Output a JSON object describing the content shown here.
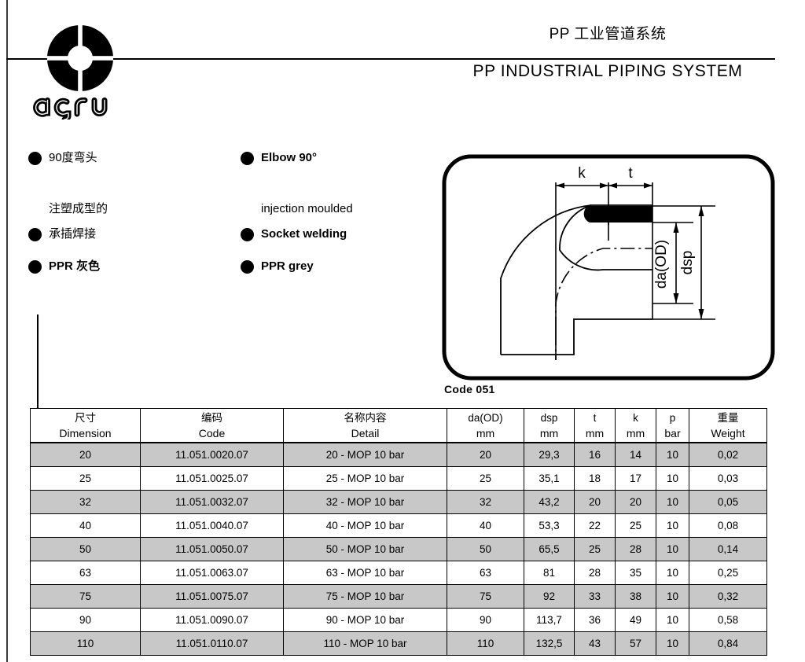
{
  "header": {
    "title_cn": "PP 工业管道系统",
    "title_en": "PP INDUSTRIAL PIPING SYSTEM",
    "logo_word": "agru"
  },
  "features": {
    "left": [
      {
        "label": "90度弯头",
        "bullet": true,
        "bold": false
      },
      {
        "label": "注塑成型的",
        "bullet": false,
        "bold": false
      },
      {
        "label": "承插焊接",
        "bullet": true,
        "bold": false
      },
      {
        "label": "PPR 灰色",
        "bullet": true,
        "bold": true
      }
    ],
    "right": [
      {
        "label": "Elbow 90°",
        "bullet": true,
        "bold": true
      },
      {
        "label": "injection moulded",
        "bullet": false,
        "bold": false
      },
      {
        "label": "Socket welding",
        "bullet": true,
        "bold": true
      },
      {
        "label": "PPR grey",
        "bullet": true,
        "bold": true
      }
    ]
  },
  "drawing": {
    "caption": "Code 051",
    "dim_k": "k",
    "dim_t": "t",
    "dim_da": "da(OD)",
    "dim_dsp": "dsp"
  },
  "table": {
    "headers": [
      {
        "cn": "尺寸",
        "en": "Dimension"
      },
      {
        "cn": "编码",
        "en": "Code"
      },
      {
        "cn": "名称内容",
        "en": "Detail"
      },
      {
        "cn": "da(OD)",
        "en": "mm"
      },
      {
        "cn": "dsp",
        "en": "mm"
      },
      {
        "cn": "t",
        "en": "mm"
      },
      {
        "cn": "k",
        "en": "mm"
      },
      {
        "cn": "p",
        "en": "bar"
      },
      {
        "cn": "重量",
        "en": "Weight"
      }
    ],
    "rows": [
      {
        "dimension": "20",
        "code": "11.051.0020.07",
        "detail": "20 - MOP 10 bar",
        "da": "20",
        "dsp": "29,3",
        "t": "16",
        "k": "14",
        "p": "10",
        "weight": "0,02",
        "shaded": true
      },
      {
        "dimension": "25",
        "code": "11.051.0025.07",
        "detail": "25 - MOP 10 bar",
        "da": "25",
        "dsp": "35,1",
        "t": "18",
        "k": "17",
        "p": "10",
        "weight": "0,03",
        "shaded": false
      },
      {
        "dimension": "32",
        "code": "11.051.0032.07",
        "detail": "32 - MOP 10 bar",
        "da": "32",
        "dsp": "43,2",
        "t": "20",
        "k": "20",
        "p": "10",
        "weight": "0,05",
        "shaded": true
      },
      {
        "dimension": "40",
        "code": "11.051.0040.07",
        "detail": "40 - MOP 10 bar",
        "da": "40",
        "dsp": "53,3",
        "t": "22",
        "k": "25",
        "p": "10",
        "weight": "0,08",
        "shaded": false
      },
      {
        "dimension": "50",
        "code": "11.051.0050.07",
        "detail": "50 - MOP 10 bar",
        "da": "50",
        "dsp": "65,5",
        "t": "25",
        "k": "28",
        "p": "10",
        "weight": "0,14",
        "shaded": true
      },
      {
        "dimension": "63",
        "code": "11.051.0063.07",
        "detail": "63 - MOP 10 bar",
        "da": "63",
        "dsp": "81",
        "t": "28",
        "k": "35",
        "p": "10",
        "weight": "0,25",
        "shaded": false
      },
      {
        "dimension": "75",
        "code": "11.051.0075.07",
        "detail": "75 - MOP 10 bar",
        "da": "75",
        "dsp": "92",
        "t": "33",
        "k": "38",
        "p": "10",
        "weight": "0,32",
        "shaded": true
      },
      {
        "dimension": "90",
        "code": "11.051.0090.07",
        "detail": "90 - MOP 10 bar",
        "da": "90",
        "dsp": "113,7",
        "t": "36",
        "k": "49",
        "p": "10",
        "weight": "0,58",
        "shaded": false
      },
      {
        "dimension": "110",
        "code": "11.051.0110.07",
        "detail": "110 - MOP 10 bar",
        "da": "110",
        "dsp": "132,5",
        "t": "43",
        "k": "57",
        "p": "10",
        "weight": "0,84",
        "shaded": true
      }
    ]
  },
  "colors": {
    "row_shaded": "#c8c8c8",
    "ink": "#000000",
    "paper": "#ffffff"
  }
}
